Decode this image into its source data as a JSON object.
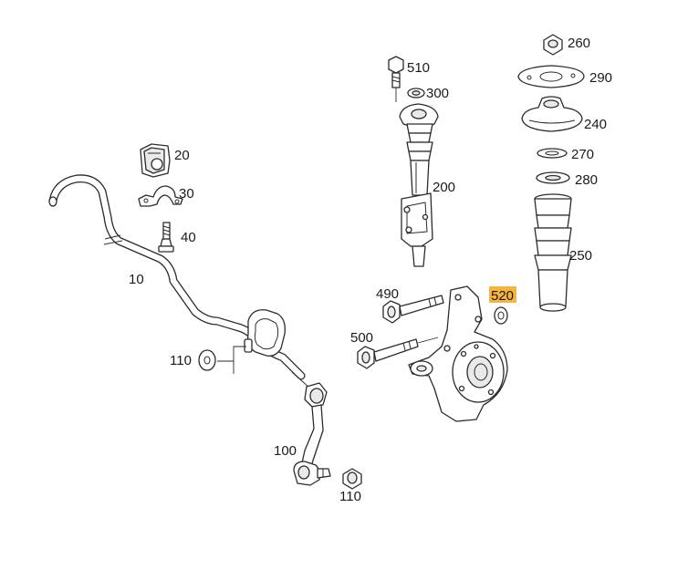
{
  "diagram": {
    "highlight_color": "#f5b53d",
    "line_color": "#2b2b2b",
    "labels": {
      "p510": "510",
      "p300": "300",
      "p200": "200",
      "p260": "260",
      "p290": "290",
      "p240": "240",
      "p270": "270",
      "p280": "280",
      "p250": "250",
      "p20": "20",
      "p30": "30",
      "p40": "40",
      "p10": "10",
      "p110a": "110",
      "p100": "100",
      "p110b": "110",
      "p490": "490",
      "p500": "500",
      "p520": "520"
    },
    "highlighted_part": "520"
  }
}
